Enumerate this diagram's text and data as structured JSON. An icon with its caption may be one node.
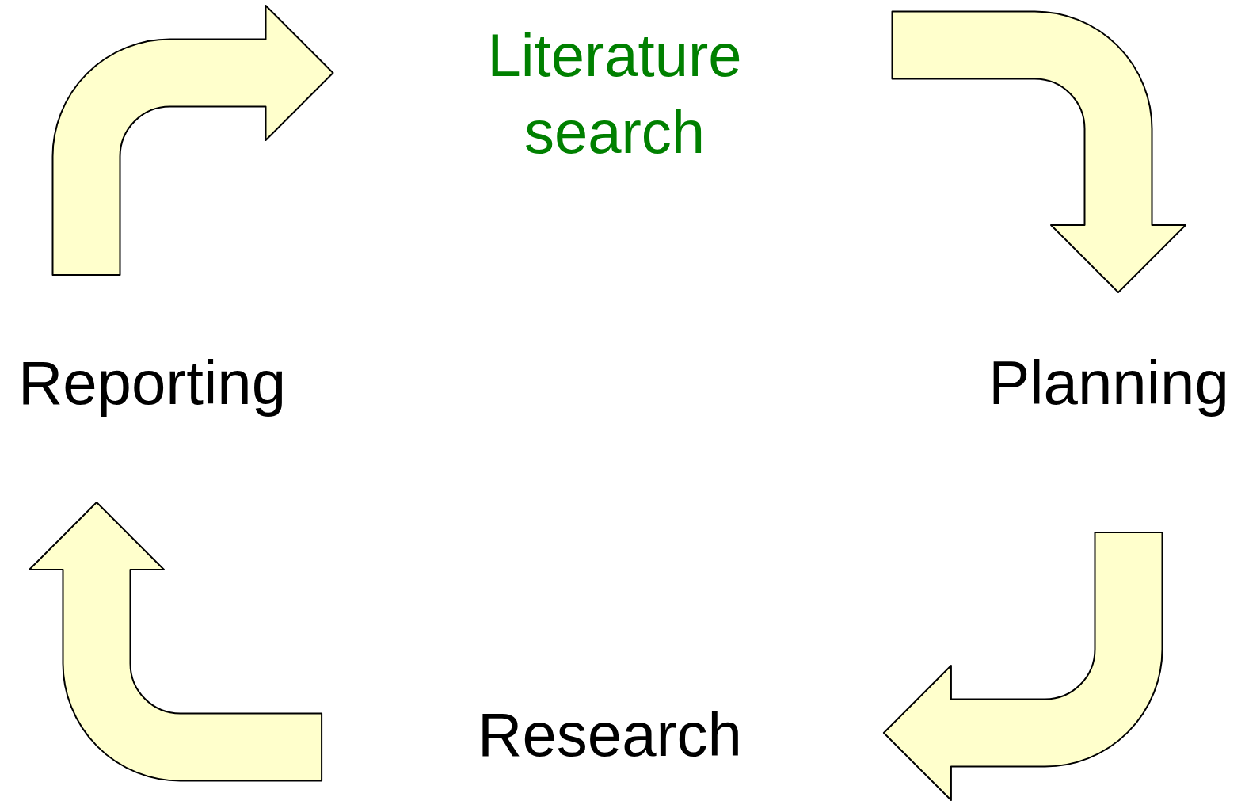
{
  "diagram": {
    "nodes": [
      {
        "text": [
          "Literature search"
        ]
      },
      {
        "text": [
          "Planning"
        ]
      },
      {
        "text": [
          "Research"
        ]
      },
      {
        "text": [
          "Reporting"
        ]
      }
    ],
    "edges": [
      {
        "from": 3,
        "to": 0,
        "arrow": "to"
      },
      {
        "from": 0,
        "to": 1,
        "arrow": "to"
      },
      {
        "from": 1,
        "to": 2,
        "arrow": "to"
      },
      {
        "from": 2,
        "to": 3,
        "arrow": "to"
      }
    ]
  }
}
